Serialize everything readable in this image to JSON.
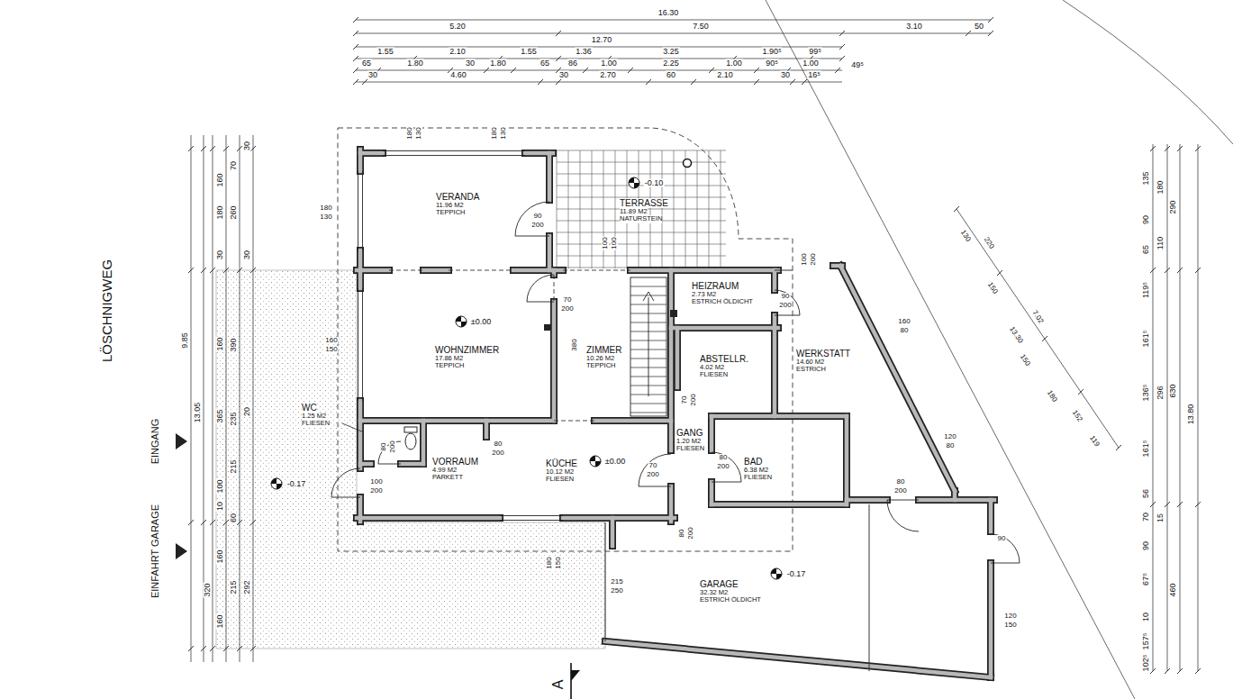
{
  "diagram": {
    "nodes": [
      {
        "text": [
          "VERANDA",
          "11.96 M2",
          "TEPPICH"
        ]
      },
      {
        "text": [
          "TERRASSE",
          "11.89 M2",
          "NATURSTEIN"
        ]
      },
      {
        "text": [
          "WOHNZIMMER",
          "17.86 M2",
          "TEPPICH"
        ]
      },
      {
        "text": [
          "ZIMMER",
          "10.26 M2",
          "TEPPICH"
        ]
      },
      {
        "text": [
          "HEIZRAUM",
          "2.73 M2",
          "ESTRICH ÖLDICHT"
        ]
      },
      {
        "text": [
          "ABSTELLR.",
          "4.02 M2",
          "FLIESEN"
        ]
      },
      {
        "text": [
          "WERKSTATT",
          "14.60 M2",
          "ESTRICH"
        ]
      },
      {
        "text": [
          "GANG",
          "1.20 M2",
          "FLIESEN"
        ]
      },
      {
        "text": [
          "BAD",
          "6.38 M2",
          "FLIESEN"
        ]
      },
      {
        "text": [
          "WC",
          "1.25 M2",
          "FLIESEN"
        ]
      },
      {
        "text": [
          "VORRAUM",
          "4.99 M2",
          "PARKETT"
        ]
      },
      {
        "text": [
          "KÜCHE",
          "10.12 M2",
          "FLIESEN"
        ]
      },
      {
        "text": [
          "GARAGE",
          "32.32 M2",
          "ESTRICH ÖLDICHT"
        ]
      }
    ],
    "labels": [
      "16.30",
      "5.20",
      "7.50",
      "3.10",
      "50",
      "12.70",
      "1.55",
      "2.10",
      "1.55",
      "1.36",
      "3.25",
      "1.90⁵",
      "99⁵",
      "65",
      "1.80",
      "30",
      "1.80",
      "65",
      "86",
      "1.00",
      "2.25",
      "1.00",
      "90⁵",
      "1.00",
      "49⁵",
      "30",
      "4.60",
      "30",
      "2.70",
      "60",
      "2.10",
      "30",
      "16⁵",
      "9.85",
      "13.05",
      "320",
      "160",
      "180",
      "30",
      "160",
      "365",
      "100",
      "10",
      "160",
      "160",
      "70",
      "260",
      "390",
      "235",
      "215",
      "60",
      "215",
      "30",
      "30",
      "20",
      "292",
      "135",
      "90",
      "65",
      "119⁵",
      "161⁵",
      "136⁵",
      "161⁵",
      "56",
      "70",
      "90",
      "67⁵",
      "10",
      "157⁵",
      "180",
      "110",
      "296",
      "15",
      "290",
      "630",
      "460",
      "13.80",
      "130",
      "220",
      "150",
      "7.02",
      "13.30",
      "150",
      "180",
      "152",
      "119",
      "-0.10",
      "±0.00",
      "±0.00",
      "-0.17",
      "-0.17",
      "LÖSCHNIGWEG",
      "EINGANG",
      "EINFAHRT GARAGE",
      "A",
      "90",
      "200",
      "180",
      "130",
      "180",
      "130",
      "180",
      "130",
      "100",
      "100",
      "70",
      "200",
      "160",
      "150",
      "380",
      "100",
      "200",
      "90",
      "200",
      "160",
      "80",
      "120",
      "80",
      "70",
      "200",
      "80",
      "200",
      "70",
      "200",
      "80",
      "200",
      "80",
      "200",
      "100",
      "200",
      "180",
      "150",
      "80",
      "200",
      "80",
      "200",
      "215",
      "250",
      "90",
      "120",
      "150",
      "102⁵"
    ]
  }
}
